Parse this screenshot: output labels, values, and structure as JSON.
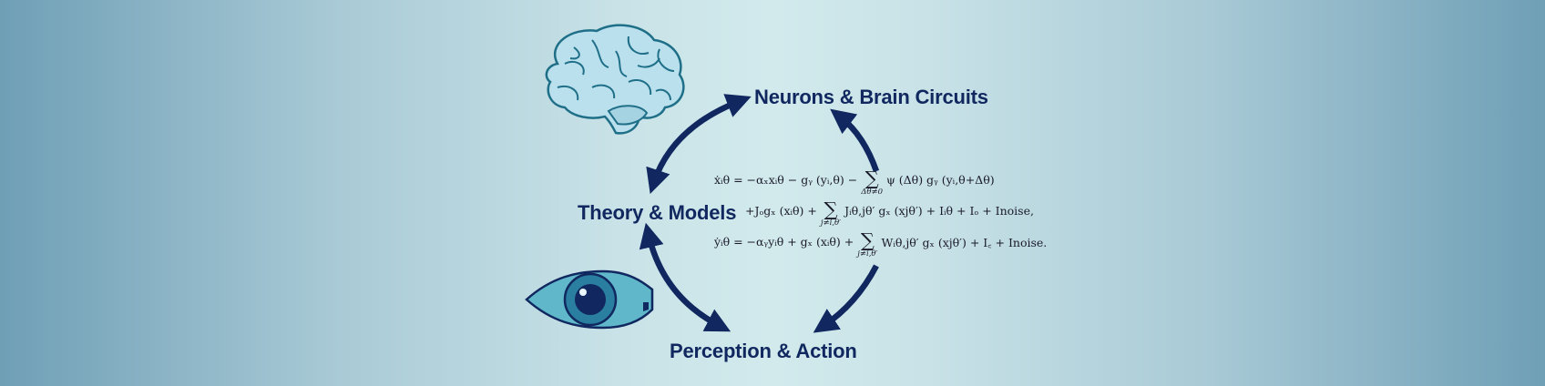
{
  "labels": {
    "neurons": "Neurons & Brain Circuits",
    "theory": "Theory & Models",
    "perception": "Perception & Action"
  },
  "icons": {
    "brain": "brain-icon",
    "eye": "eye-icon",
    "arrows": "double-headed-arrow"
  },
  "colors": {
    "text": "#10275f",
    "arrow": "#10275f",
    "brain": "#b9e0ec",
    "eye": "#5fb7c9",
    "background_center": "#d2eaec",
    "background_edge": "#6f9fb6"
  },
  "equations": {
    "line1": {
      "lhs": "ẋᵢθ = −αₓxᵢθ − gᵧ (yᵢ,θ) −",
      "sum_sub": "Δθ≠0",
      "rhs": "ψ (Δθ) gᵧ (yᵢ,θ+Δθ)"
    },
    "line2": {
      "lhs": "+Jₒgₓ (xᵢθ) +",
      "sum_sub": "j≠i,θ′",
      "rhs": "Jᵢθ,jθ′ gₓ (xjθ′) + Iᵢθ + Iₒ + Inoise,"
    },
    "line3": {
      "lhs": "ẏᵢθ = −αᵧyᵢθ + gₓ (xᵢθ) +",
      "sum_sub": "j≠i,θ′",
      "rhs": "Wᵢθ,jθ′ gₓ (xjθ′) + I꜀ + Inoise."
    }
  }
}
